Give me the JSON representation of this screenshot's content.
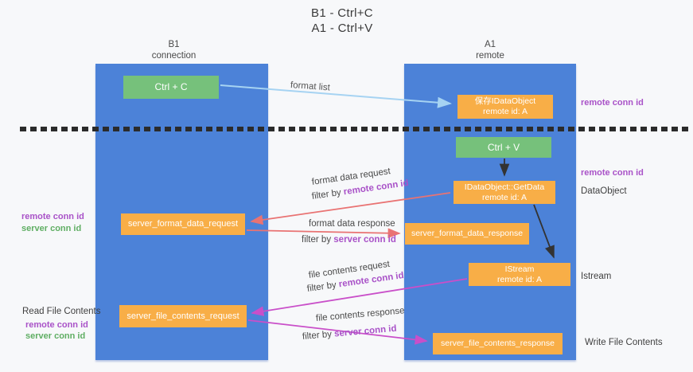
{
  "title": {
    "line1": "B1 - Ctrl+C",
    "line2": "A1 - Ctrl+V"
  },
  "columns": {
    "left": {
      "header_line1": "B1",
      "header_line2": "connection"
    },
    "right": {
      "header_line1": "A1",
      "header_line2": "remote"
    }
  },
  "boxes": {
    "ctrl_c": {
      "label": "Ctrl + C"
    },
    "save_idataobject": {
      "line1": "保存IDataObject",
      "line2": "remote id: A"
    },
    "ctrl_v": {
      "label": "Ctrl + V"
    },
    "getdata": {
      "line1": "IDataObject::GetData",
      "line2": "remote id: A"
    },
    "format_request": {
      "label": "server_format_data_request"
    },
    "format_response": {
      "label": "server_format_data_response"
    },
    "istream": {
      "line1": "IStream",
      "line2": "remote id: A"
    },
    "file_request": {
      "label": "server_file_contents_request"
    },
    "file_response": {
      "label": "server_file_contents_response"
    }
  },
  "flow": {
    "format_list": "format list",
    "format_data_request": "format data request",
    "format_data_response": "format data response",
    "file_contents_request": "file contents request",
    "file_contents_response": "file contents response",
    "filter_by": "filter by",
    "remote_conn_id": "remote conn id",
    "server_conn_id": "server conn id"
  },
  "side": {
    "remote_conn_id": "remote conn id",
    "server_conn_id": "server conn id",
    "dataobject": "DataObject",
    "istream": "Istream",
    "read_file_contents": "Read File Contents",
    "write_file_contents": "Write File Contents"
  },
  "colors": {
    "background": "#f7f8fa",
    "column_blue": "#4c82d8",
    "box_green": "#76c17b",
    "box_orange": "#f8ae47",
    "purple_text": "#a952c8",
    "green_text": "#5fae63",
    "arrow_light_blue": "#a6d3f2",
    "arrow_red": "#e97373",
    "arrow_magenta": "#c94fc9",
    "arrow_black": "#333333",
    "dash_black": "#2b2b2b"
  }
}
